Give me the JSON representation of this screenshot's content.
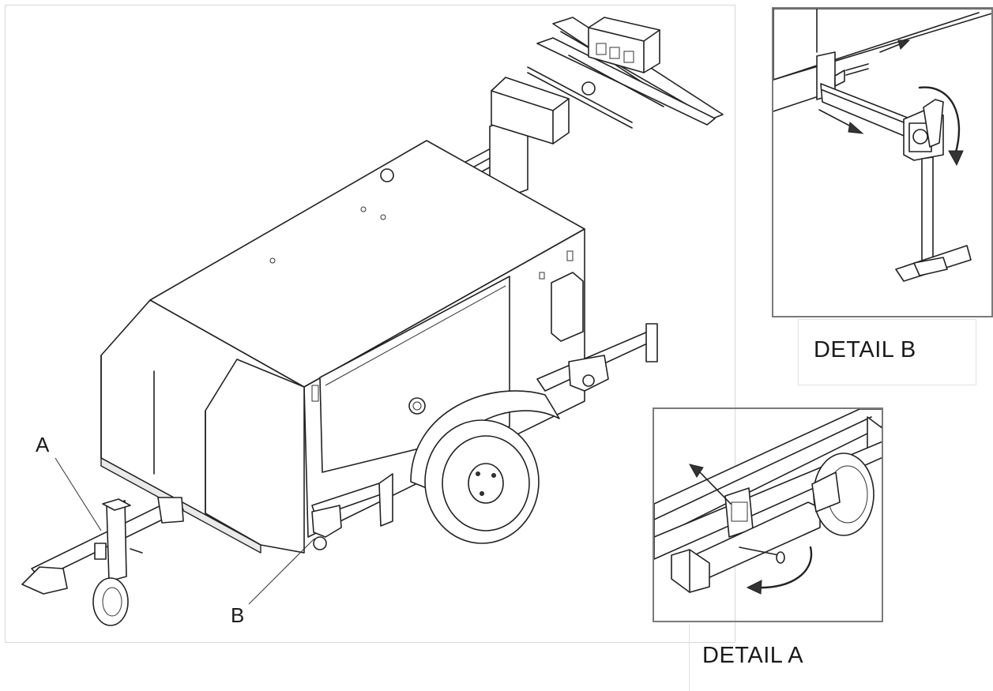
{
  "callouts": {
    "a": "A",
    "b": "B"
  },
  "details": {
    "b": {
      "label": "DETAIL B"
    },
    "a": {
      "label": "DETAIL A"
    }
  },
  "icons": [
    "light-tower-trailer-drawing",
    "outrigger-jack-detail",
    "tongue-jack-detail",
    "arrow-icon",
    "curved-arrow-icon"
  ]
}
